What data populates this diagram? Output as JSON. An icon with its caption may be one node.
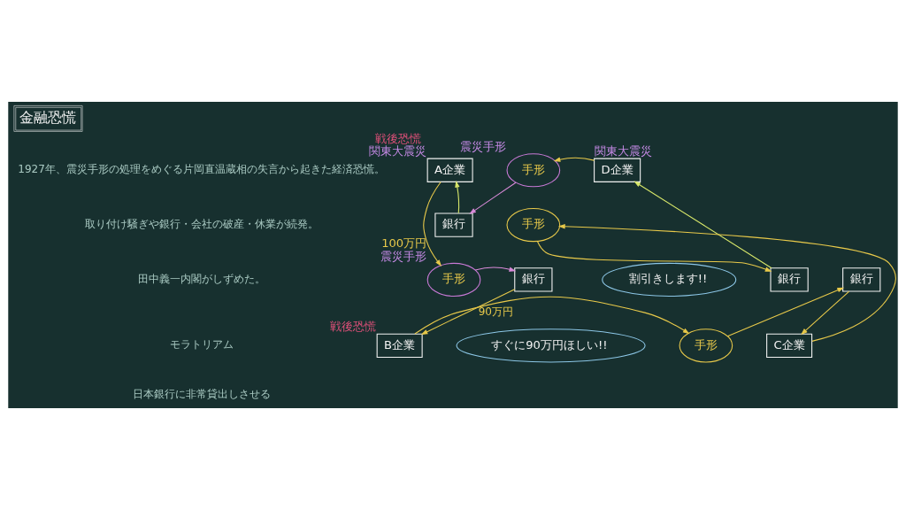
{
  "diagram": {
    "title": "金融恐慌",
    "nodes": [
      {
        "text": [
          "A企業"
        ],
        "beside": [
          "戦後恐慌",
          "関東大震災"
        ]
      },
      {
        "text": [
          "手形"
        ],
        "beside": [
          "震災手形"
        ]
      },
      {
        "text": [
          "銀行"
        ]
      },
      {
        "text": [
          "D企業"
        ],
        "beside": [
          "関東大震災"
        ]
      },
      {
        "text": [
          "手形"
        ]
      },
      {
        "text": [
          "銀行"
        ]
      },
      {
        "text": [
          "手形"
        ],
        "beside": [
          "100万円",
          "震災手形"
        ]
      },
      {
        "text": [
          "銀行"
        ]
      },
      {
        "text": [
          "割引きします!!"
        ]
      },
      {
        "text": [
          "B企業"
        ],
        "beside": [
          "戦後恐慌"
        ]
      },
      {
        "text": [
          "すぐに90万円ほしい!!"
        ]
      },
      {
        "text": [
          "銀行"
        ]
      },
      {
        "text": [
          "手形"
        ]
      },
      {
        "text": [
          "C企業"
        ]
      }
    ],
    "edges": [
      {
        "from": 3,
        "to": 1,
        "arrow": "to"
      },
      {
        "from": 1,
        "to": 2,
        "arrow": "to",
        "color": "#d98ad9"
      },
      {
        "from": 2,
        "to": 0,
        "arrow": "to",
        "color": "#d9e86a"
      },
      {
        "from": 0,
        "to": 6,
        "arrow": "to"
      },
      {
        "from": 6,
        "to": 7,
        "arrow": "to",
        "color": "#d98ad9"
      },
      {
        "from": 7,
        "to": 9,
        "arrow": "to",
        "label": "90万円"
      },
      {
        "from": 9,
        "to": 12,
        "arrow": "to"
      },
      {
        "from": 12,
        "to": 11,
        "arrow": "to"
      },
      {
        "from": 11,
        "to": 13,
        "arrow": "to"
      },
      {
        "from": 13,
        "to": 4,
        "arrow": "to"
      },
      {
        "from": 4,
        "to": 5,
        "arrow": "to"
      },
      {
        "from": 5,
        "to": 3,
        "arrow": "to",
        "color": "#d9e86a"
      }
    ],
    "labels": [
      "1927年、震災手形の処理をめぐる片岡直温蔵相の失言から起きた経済恐慌。",
      "取り付け騒ぎや銀行・会社の破産・休業が続発。",
      "田中義一内閣がしずめた。",
      "モラトリアム",
      "日本銀行に非常貸出しさせる"
    ]
  }
}
